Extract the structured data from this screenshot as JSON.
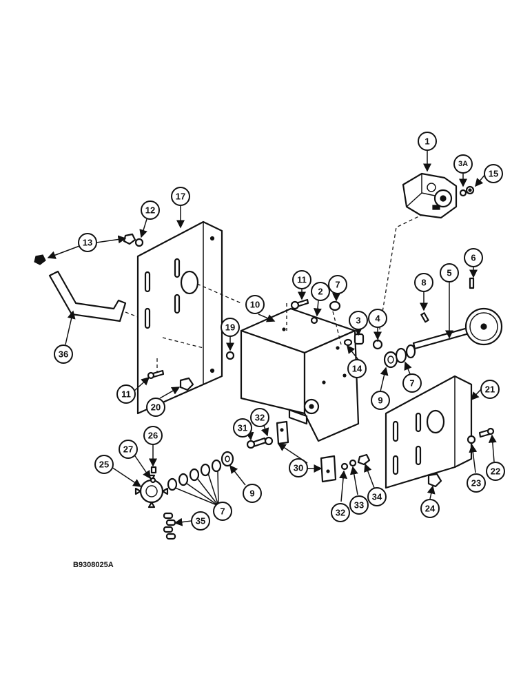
{
  "figure_id": "B9308025A",
  "callouts": [
    "1",
    "3A",
    "15",
    "17",
    "12",
    "13",
    "36",
    "11",
    "2",
    "7",
    "10",
    "3",
    "4",
    "8",
    "5",
    "6",
    "19",
    "14",
    "9",
    "21",
    "11",
    "20",
    "31",
    "32",
    "30",
    "26",
    "27",
    "25",
    "9",
    "7",
    "35",
    "32",
    "33",
    "34",
    "23",
    "22",
    "24",
    "7"
  ]
}
